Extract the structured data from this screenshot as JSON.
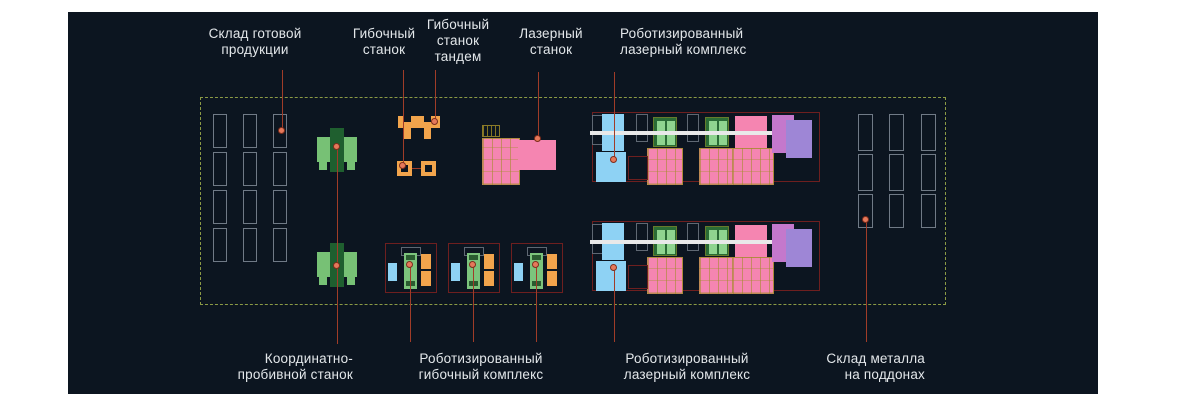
{
  "labels": {
    "sklad_gotovoy": [
      "Склад готовой",
      "продукции"
    ],
    "gibochny_stanok": [
      "Гибочный",
      "станок"
    ],
    "gibochny_tandem": [
      "Гибочный",
      "станок",
      "тандем"
    ],
    "lazerny_stanok": [
      "Лазерный",
      "станок"
    ],
    "robot_laser_top": [
      "Роботизированный",
      "лазерный комплекс"
    ],
    "koordinatno_probivnoy": [
      "Координатно-",
      "пробивной станок"
    ],
    "robot_gibochny": [
      "Роботизированный",
      "гибочный комплекс"
    ],
    "robot_laser_bottom": [
      "Роботизированный",
      "лазерный комплекс"
    ],
    "sklad_metalla": [
      "Склад металла",
      "на поддонах"
    ]
  },
  "colors": {
    "panel_background": "#0c1520",
    "label_text": "#e3e7ea",
    "boundary_dash": "#8b9a45",
    "rack_outline": "#707a86",
    "leader_line": "#a03c28",
    "leader_dot": "#e5795b",
    "machine_green_light": "#77c175",
    "machine_green_dark": "#1f5f2f",
    "machine_orange": "#f2a44c",
    "machine_pink": "#f585b1",
    "machine_blue": "#8ed2f4",
    "machine_purple_left": "#c478cc",
    "machine_purple_right": "#9e86d6",
    "rail_white": "#e9e9e9",
    "outline_red": "#6e1f1f"
  }
}
